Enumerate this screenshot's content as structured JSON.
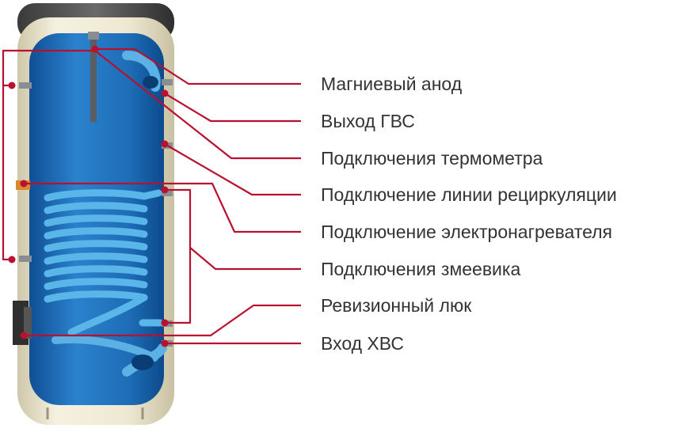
{
  "labels": [
    "Магниевый анод",
    "Выход ГВС",
    "Подключения термометра",
    "Подключение линии рециркуляции",
    "Подключение электронагревателя",
    "Подключения змеевика",
    "Ревизионный люк",
    "Вход ХВС"
  ],
  "colors": {
    "leader_line": "#b8102e",
    "tank_shell": "#f1ecd9",
    "tank_inner": "#1e6fb8",
    "coil": "#58b4e6",
    "text": "#333333"
  }
}
